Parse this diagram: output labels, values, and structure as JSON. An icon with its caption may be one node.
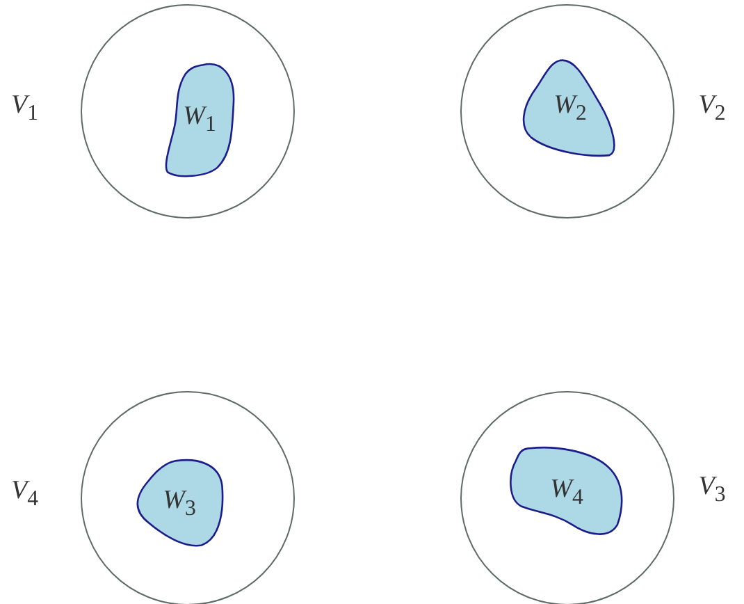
{
  "diagram": {
    "nodes": [
      {
        "text": [],
        "shape": "circle",
        "beside": [
          "*V*$_{1}$"
        ]
      },
      {
        "text": [
          "*W*$_{1}$"
        ],
        "in": 0
      },
      {
        "text": [],
        "shape": "circle",
        "beside": [
          "*V*$_{2}$"
        ]
      },
      {
        "text": [
          "*W*$_{2}$"
        ],
        "in": 2
      },
      {
        "text": [],
        "shape": "circle",
        "beside": [
          "*V*$_{4}$"
        ]
      },
      {
        "text": [
          "*W*$_{3}$"
        ],
        "in": 4
      },
      {
        "text": [],
        "shape": "circle",
        "beside": [
          "*V*$_{3}$"
        ]
      },
      {
        "text": [
          "*W*$_{4}$"
        ],
        "in": 6
      }
    ]
  }
}
